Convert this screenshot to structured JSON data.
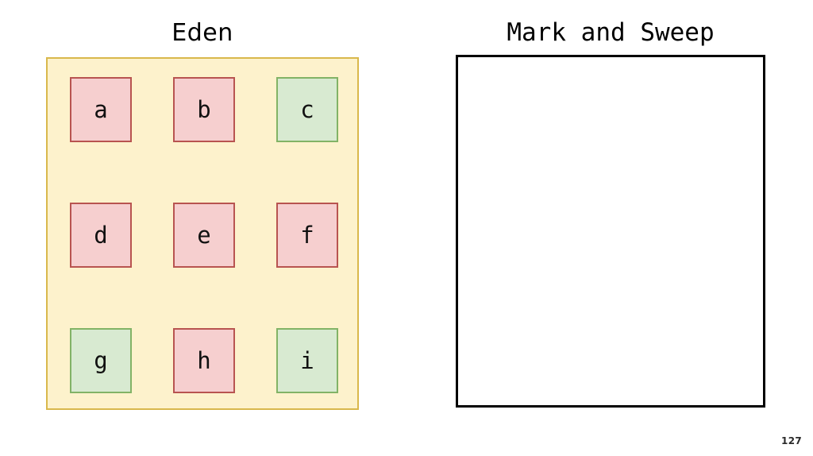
{
  "slide": {
    "page_number": "127",
    "background_color": "#ffffff"
  },
  "panels": {
    "eden": {
      "title": "Eden",
      "fill_color": "#fdf2cc",
      "border_color": "#d9b84c",
      "cells": [
        {
          "label": "a",
          "state": "garbage"
        },
        {
          "label": "b",
          "state": "garbage"
        },
        {
          "label": "c",
          "state": "live"
        },
        {
          "label": "d",
          "state": "garbage"
        },
        {
          "label": "e",
          "state": "garbage"
        },
        {
          "label": "f",
          "state": "garbage"
        },
        {
          "label": "g",
          "state": "live"
        },
        {
          "label": "h",
          "state": "garbage"
        },
        {
          "label": "i",
          "state": "live"
        }
      ],
      "legend_colors": {
        "garbage_fill": "#f6cfcf",
        "garbage_border": "#b85450",
        "live_fill": "#d8ead1",
        "live_border": "#82b366"
      }
    },
    "mark_and_sweep": {
      "title": "Mark and Sweep",
      "fill_color": "#ffffff",
      "border_color": "#000000",
      "cells": []
    }
  }
}
